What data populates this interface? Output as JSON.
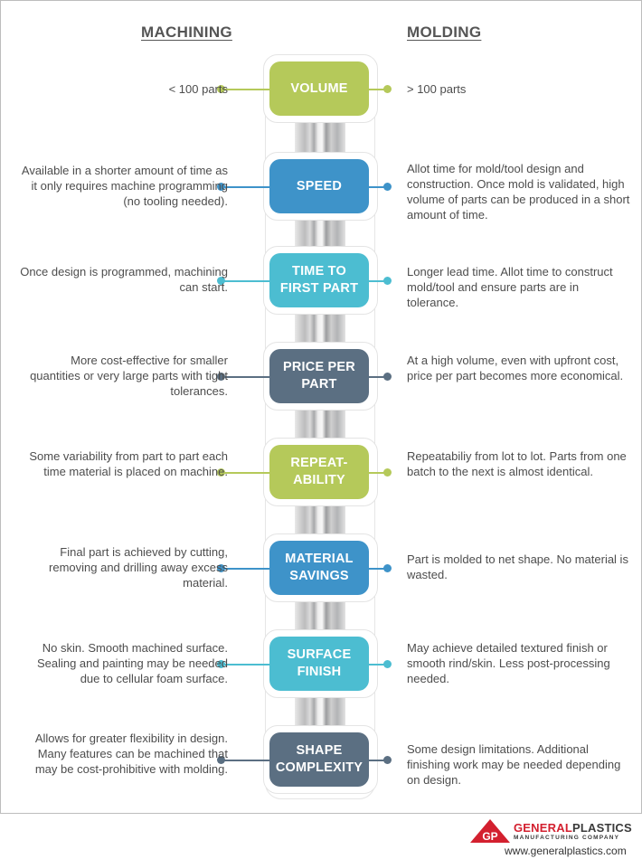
{
  "headers": {
    "left": "MACHINING",
    "right": "MOLDING"
  },
  "rows": [
    {
      "label": "VOLUME",
      "color": "#b5c95a",
      "left": "< 100 parts",
      "right": "> 100 parts"
    },
    {
      "label": "SPEED",
      "color": "#3e93c9",
      "left": "Available in a shorter amount of time as it only requires machine programming (no tooling needed).",
      "right": "Allot time for mold/tool design and construction. Once mold is validated, high volume of parts can be produced in a short amount of time."
    },
    {
      "label": "TIME TO\nFIRST PART",
      "color": "#4cbdd1",
      "left": "Once design is programmed, machining can start.",
      "right": "Longer lead time. Allot time to construct mold/tool and ensure parts are in tolerance."
    },
    {
      "label": "PRICE PER\nPART",
      "color": "#5b6f82",
      "left": "More cost-effective for smaller quantities or very large parts with tight tolerances.",
      "right": "At a high volume, even with upfront cost, price per part becomes more economical."
    },
    {
      "label": "REPEAT-\nABILITY",
      "color": "#b5c95a",
      "left": "Some variability from part to part each time material is placed on machine.",
      "right": "Repeatabiliy from lot to lot. Parts from one batch to the next is almost identical."
    },
    {
      "label": "MATERIAL\nSAVINGS",
      "color": "#3e93c9",
      "left": "Final part is achieved by cutting, removing and drilling away excess material.",
      "right": "Part is molded to net shape. No material is wasted."
    },
    {
      "label": "SURFACE\nFINISH",
      "color": "#4cbdd1",
      "left": "No skin. Smooth machined surface. Sealing and painting may be needed due to cellular foam surface.",
      "right": "May achieve detailed textured finish or smooth rind/skin. Less post-processing needed."
    },
    {
      "label": "SHAPE\nCOMPLEXITY",
      "color": "#5b6f82",
      "left": "Allows for greater flexibility in design. Many features can be machined that may be cost-prohibitive  with molding.",
      "right": "Some design limitations. Additional finishing work may be needed depending on design."
    }
  ],
  "footer": {
    "brand_part1": "GENERAL",
    "brand_part2": "PLASTICS",
    "tagline": "MANUFACTURING COMPANY",
    "website": "www.generalplastics.com",
    "brand_color": "#d3202f"
  }
}
